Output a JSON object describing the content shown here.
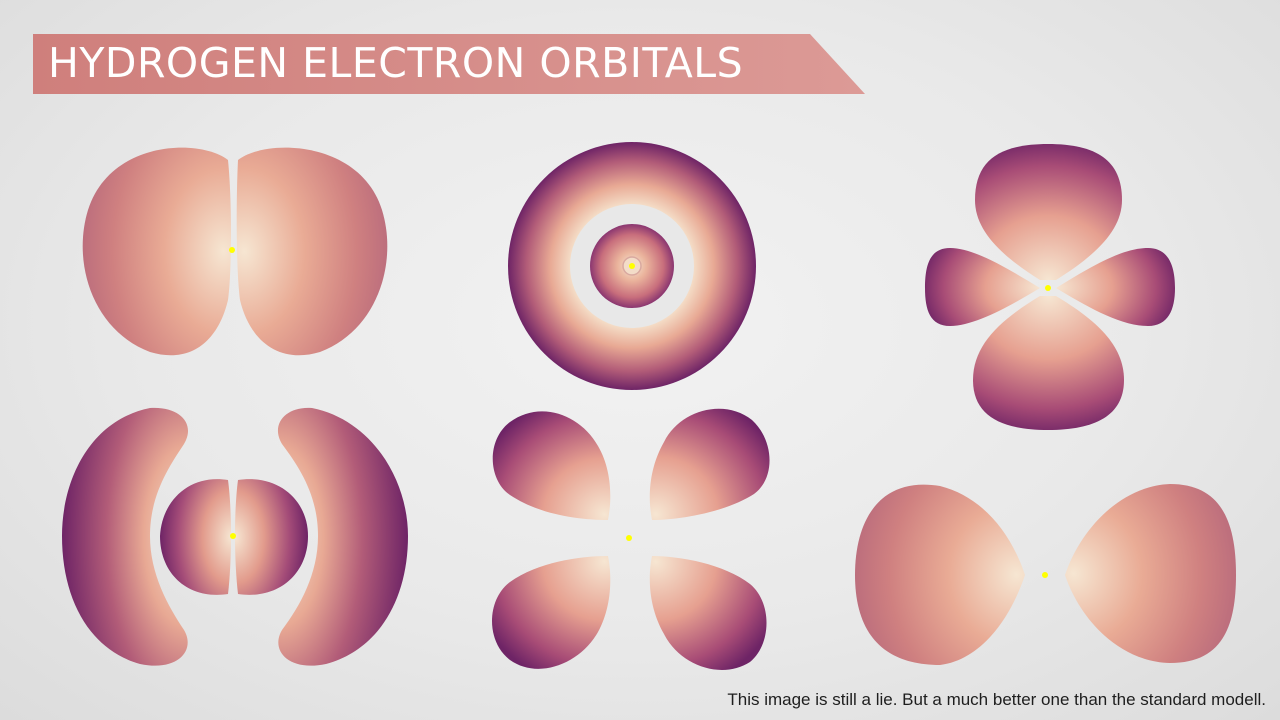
{
  "title": "HYDROGEN ELECTRON ORBITALS",
  "caption": "This image is still a lie. But a much better one than the standard modell.",
  "colors": {
    "banner": "#d68f8c",
    "orbital_core": "#f4e2cc",
    "orbital_mid": "#dd8f86",
    "orbital_edge": "#6e2466",
    "nucleus": "#ffff00"
  },
  "orbitals": [
    {
      "name": "two-lobe-orbital"
    },
    {
      "name": "ring-orbital"
    },
    {
      "name": "four-lobe-orbital-right"
    },
    {
      "name": "crescent-orbital"
    },
    {
      "name": "cloverleaf-orbital"
    },
    {
      "name": "dumbbell-orbital"
    }
  ]
}
